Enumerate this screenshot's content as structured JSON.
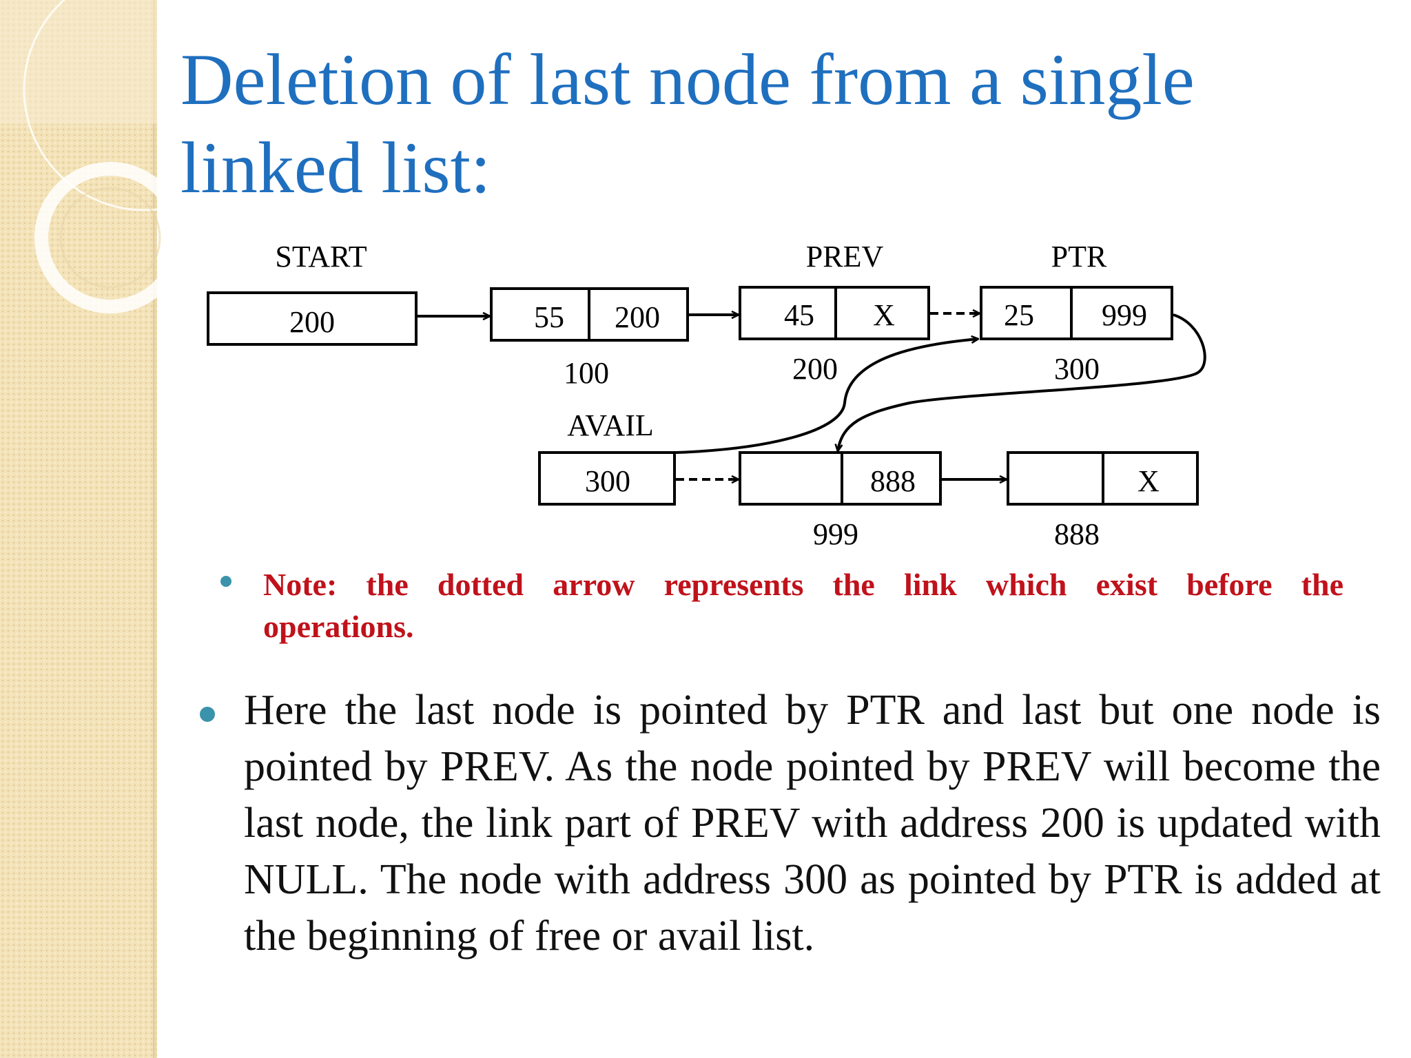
{
  "slide": {
    "title": "Deletion of last node from a single linked list:",
    "note": "Note: the dotted arrow represents the link which exist before the operations.",
    "body": "Here the last node is pointed by PTR and last but one node is pointed by PREV. As the node pointed by PREV will become the last node, the link part of PREV with address 200 is updated with NULL. The node with address 300 as pointed by PTR is added at the beginning of free or avail list."
  },
  "colors": {
    "title": "#1f6fbf",
    "note": "#c0121b",
    "bullet": "#3a93ab",
    "side_band": "#f4e3b8"
  },
  "diagram": {
    "pointer_labels": {
      "start": "START",
      "prev": "PREV",
      "ptr": "PTR",
      "avail": "AVAIL"
    },
    "start_value": "200",
    "avail_value": "300",
    "list_nodes": [
      {
        "data": "55",
        "link": "200",
        "address": "100"
      },
      {
        "data": "45",
        "link": "X",
        "address": "200"
      },
      {
        "data": "25",
        "link": "999",
        "address": "300"
      }
    ],
    "free_nodes": [
      {
        "data": "",
        "link": "888",
        "address": "999"
      },
      {
        "data": "",
        "link": "X",
        "address": "888"
      }
    ]
  }
}
